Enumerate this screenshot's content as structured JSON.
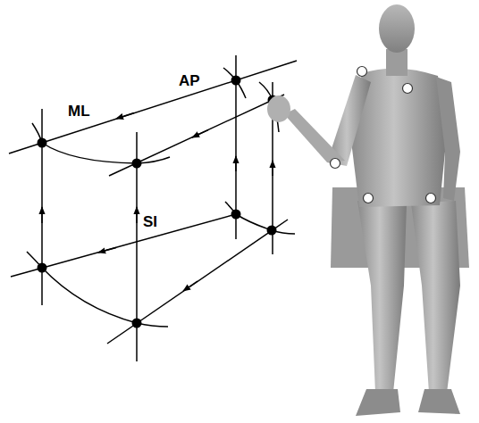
{
  "diagram": {
    "labels": [
      "ML",
      "AP",
      "SI"
    ]
  }
}
